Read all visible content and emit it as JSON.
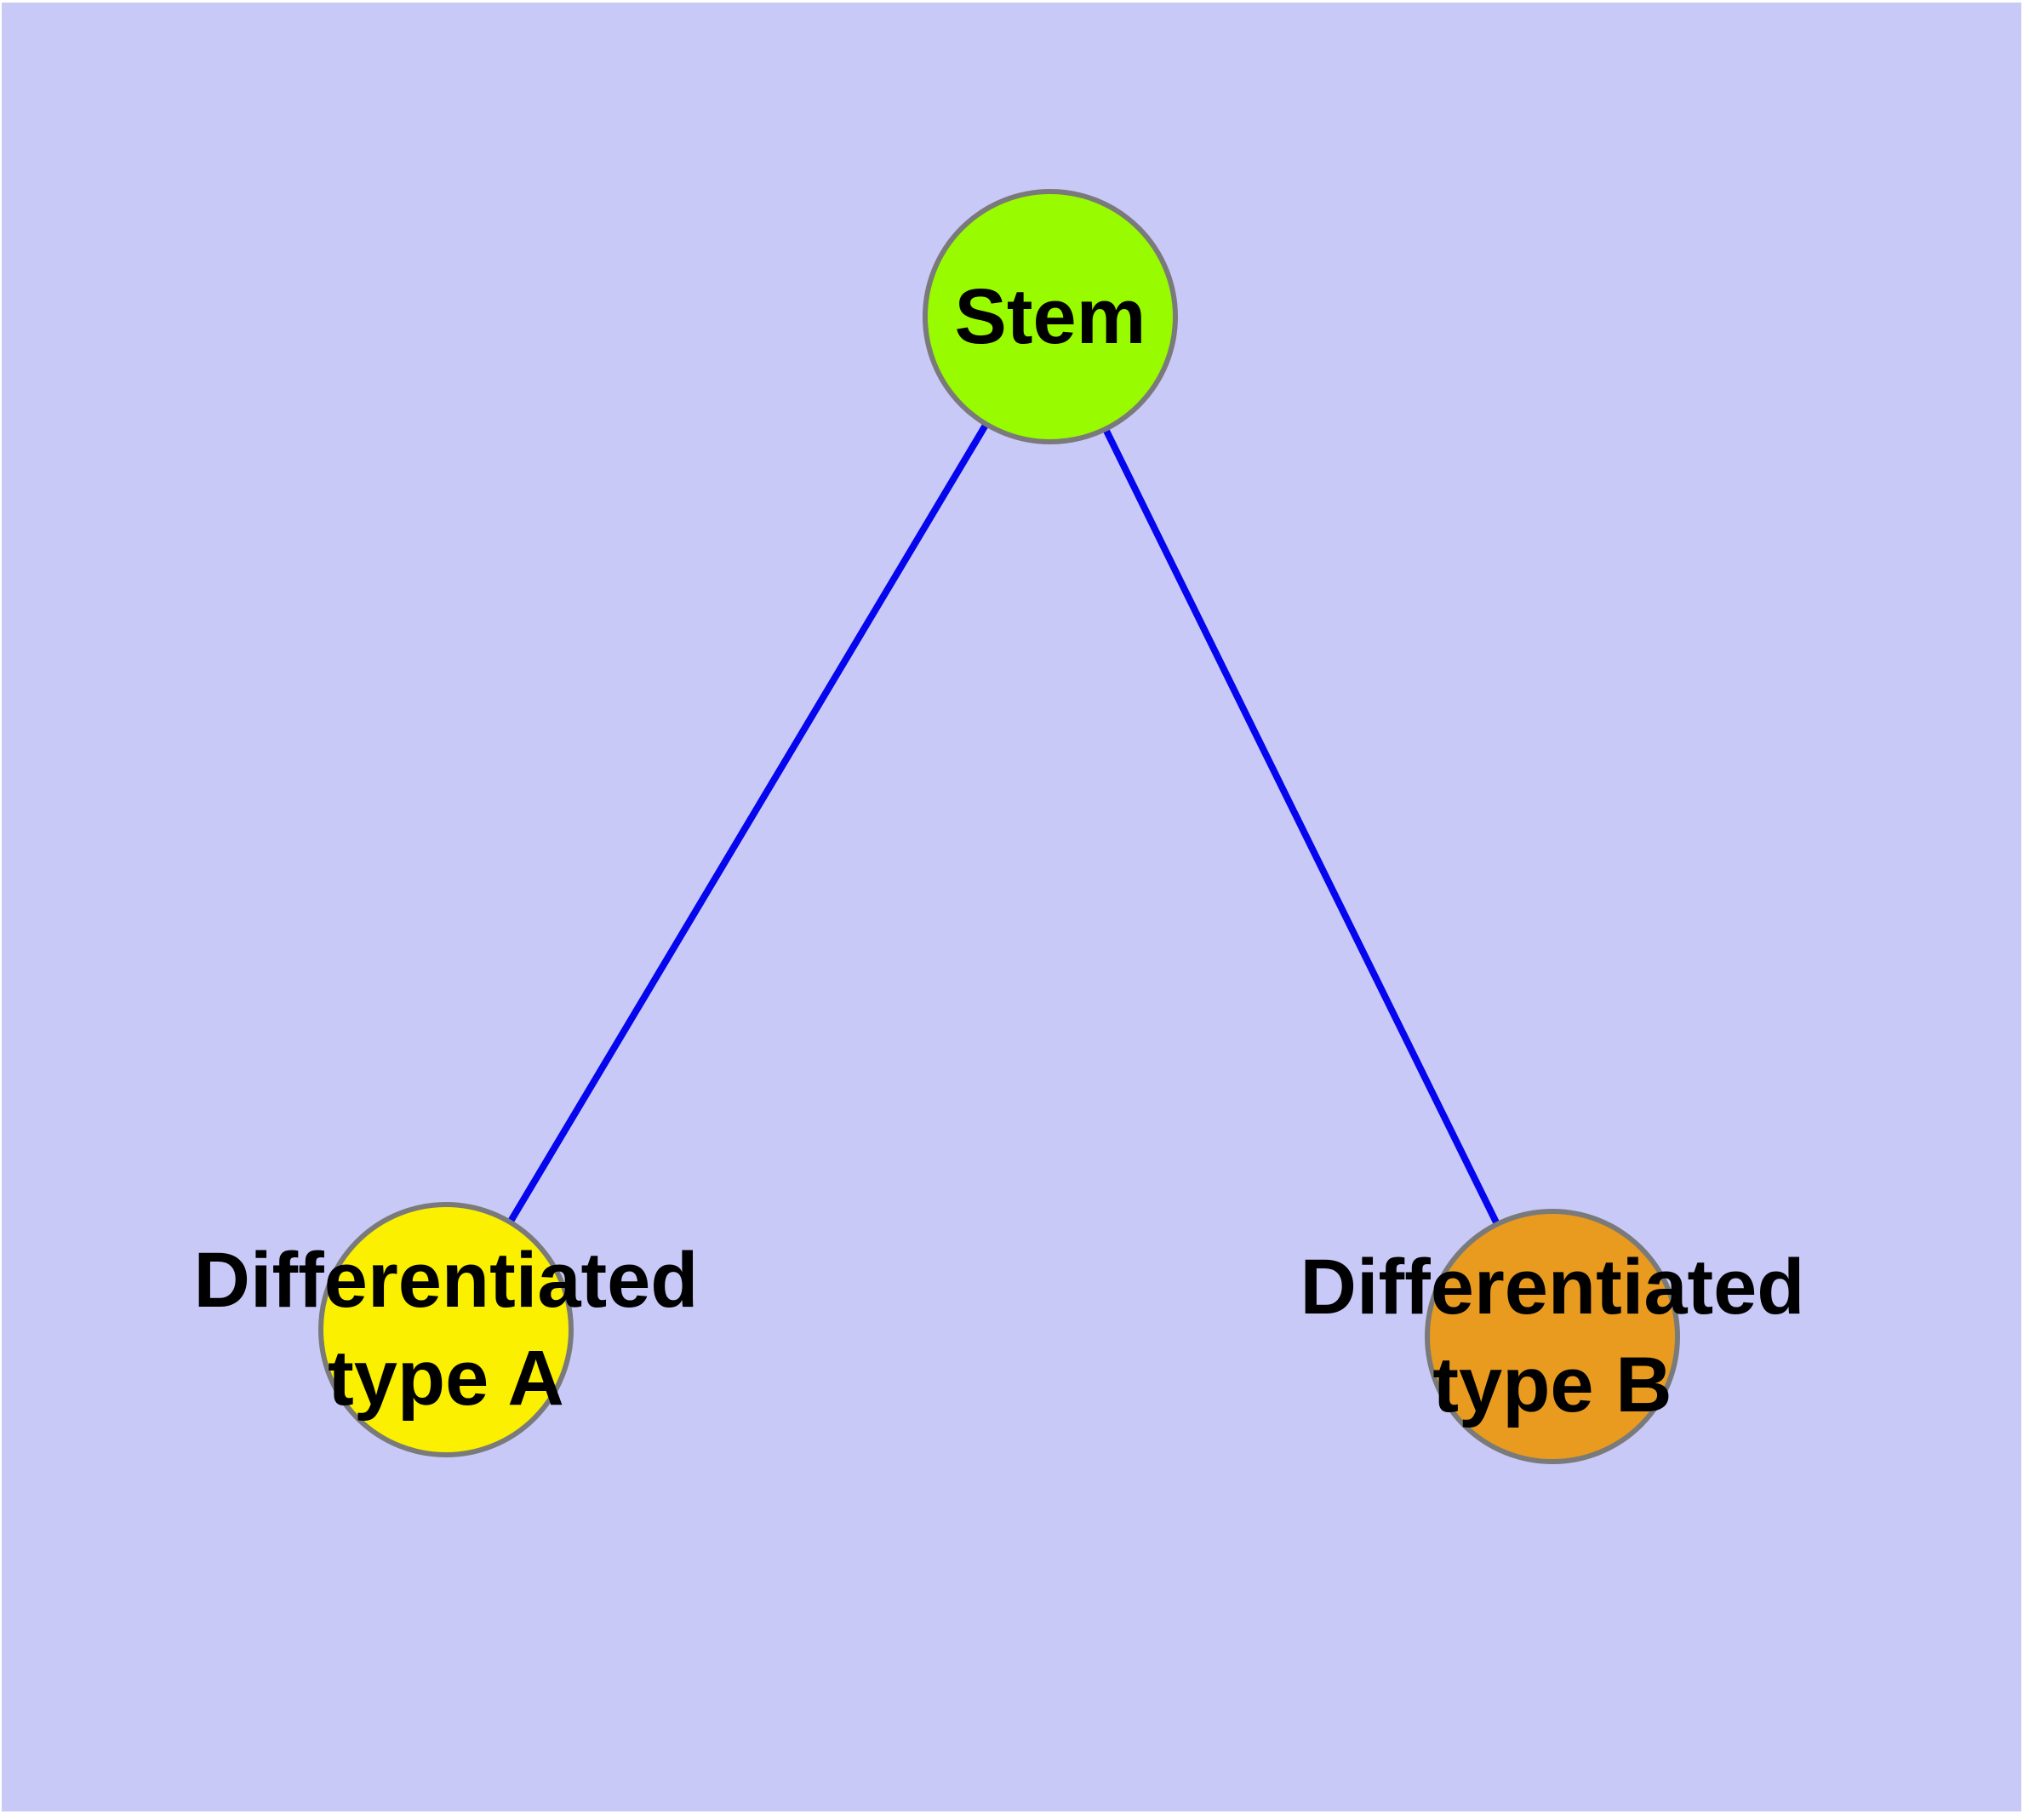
{
  "diagram": {
    "background_color": "#C9C9F8",
    "page_margin_color": "#FFFFFF",
    "edge_color": "#0505EE",
    "node_border_color": "#7A7A7A",
    "text_color": "#000000",
    "nodes": [
      {
        "id": "stem",
        "label": "Stem",
        "label_line1": "Stem",
        "label_line2": "",
        "fill": "#99FB00"
      },
      {
        "id": "diff-a",
        "label": "Differentiated type A",
        "label_line1": "Differentiated",
        "label_line2": "type A",
        "fill": "#FAF000"
      },
      {
        "id": "diff-b",
        "label": "Differentiated type B",
        "label_line1": "Differentiated",
        "label_line2": "type B",
        "fill": "#E99B20"
      }
    ],
    "edges": [
      {
        "from": "stem",
        "to": "diff-a"
      },
      {
        "from": "stem",
        "to": "diff-b"
      }
    ]
  }
}
